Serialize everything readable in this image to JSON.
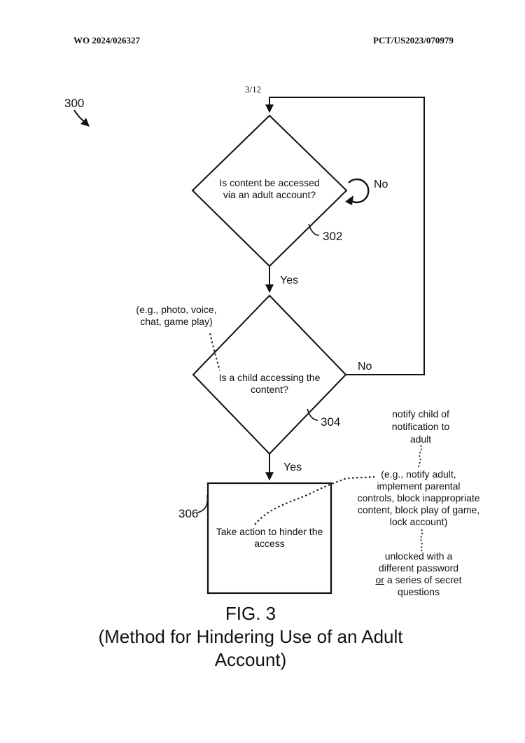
{
  "page": {
    "header_left": "WO 2024/026327",
    "header_right": "PCT/US2023/070979",
    "sheet_number": "3/12"
  },
  "flowchart": {
    "figure_ref": "300",
    "decision_adult_account": {
      "text_line1": "Is content be accessed",
      "text_line2": "via an adult account?",
      "ref": "302",
      "no_label": "No",
      "yes_label": "Yes"
    },
    "decision_child_access": {
      "text_line1": "Is a child accessing the",
      "text_line2": "content?",
      "ref": "304",
      "no_label": "No",
      "yes_label": "Yes",
      "example_note_line1": "(e.g., photo, voice,",
      "example_note_line2": "chat, game play)"
    },
    "process_hinder": {
      "text_line1": "Take action to hinder the",
      "text_line2": "access",
      "ref": "306"
    },
    "side_notes": {
      "notify_line1": "notify child of",
      "notify_line2": "notification to",
      "notify_line3": "adult",
      "actions_line1": "(e.g., notify adult,",
      "actions_line2": "implement parental",
      "actions_line3": "controls, block inappropriate",
      "actions_line4": "content, block play of game,",
      "actions_line5": "lock account)",
      "unlock_line1": "unlocked with a",
      "unlock_line2": "different password",
      "unlock_line3_or": "or",
      "unlock_line3_rest": " a series of secret",
      "unlock_line4": "questions"
    }
  },
  "caption": {
    "figure_label": "FIG. 3",
    "title_line1": "(Method for Hindering Use of an Adult",
    "title_line2": "Account)"
  },
  "colors": {
    "ink": "#111111",
    "background": "#ffffff"
  }
}
